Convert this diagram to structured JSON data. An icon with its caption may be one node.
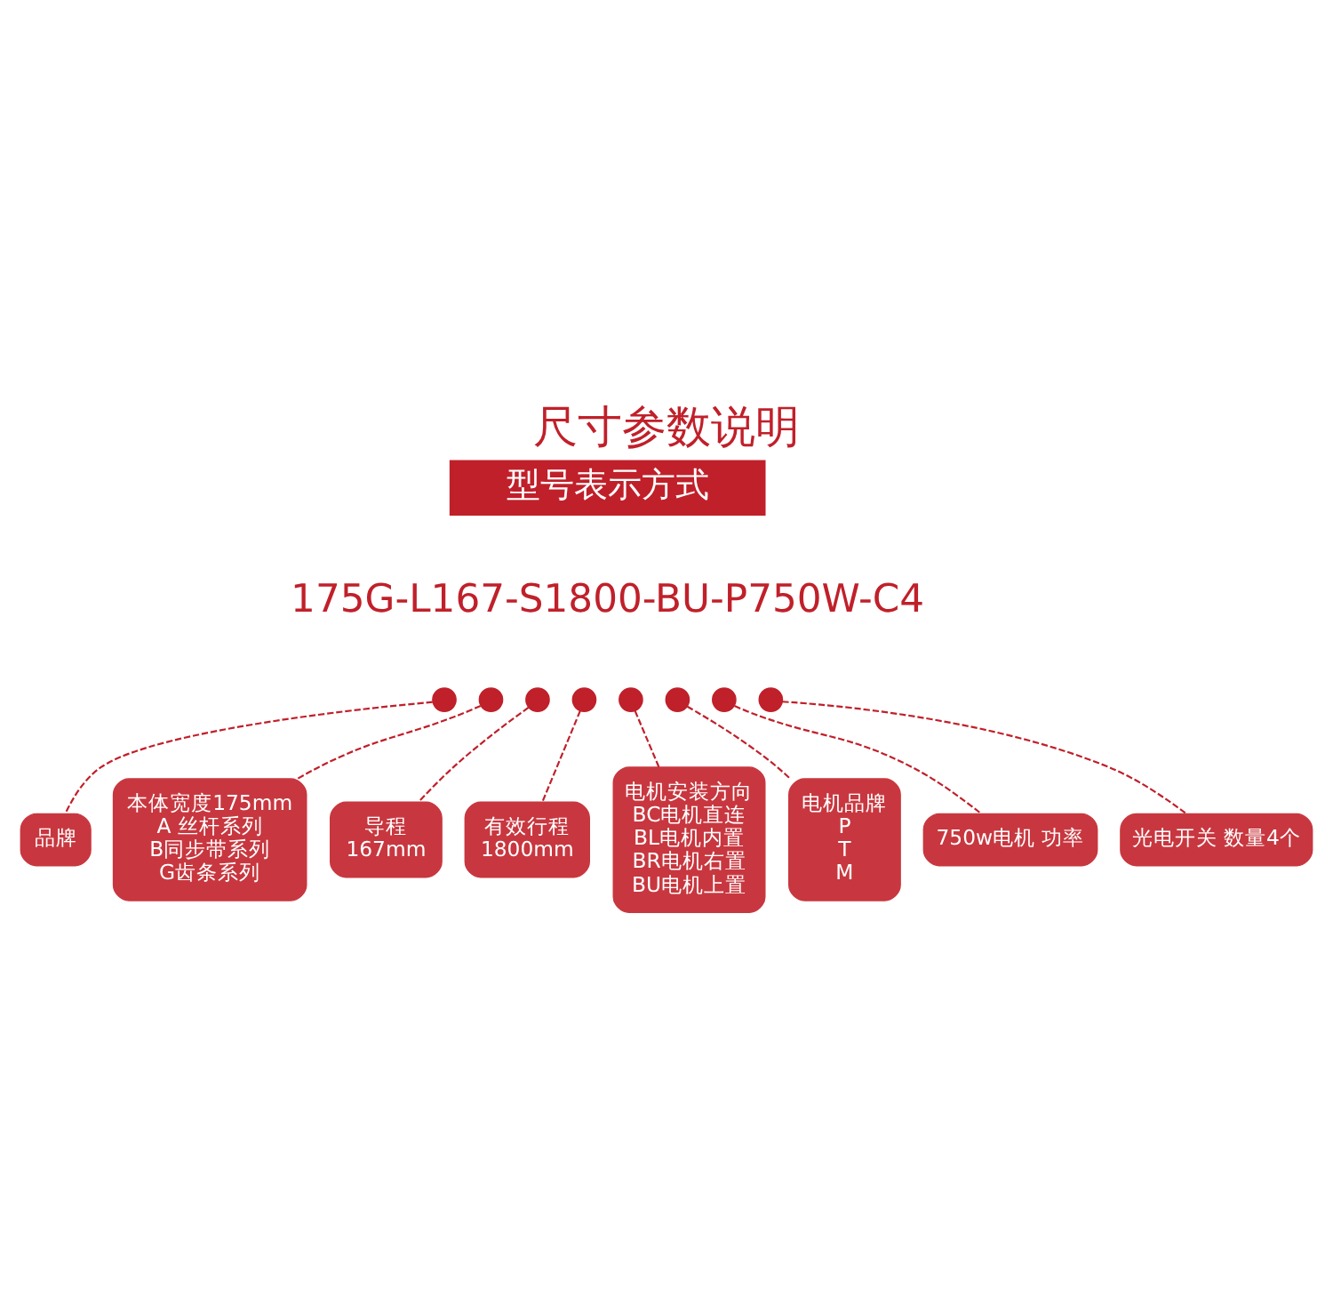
{
  "diagram": {
    "title": "尺寸参数说明",
    "nodes": [
      {
        "text": [],
        "shape": "circle"
      },
      {
        "text": [],
        "shape": "circle"
      },
      {
        "text": [],
        "shape": "circle"
      },
      {
        "text": [],
        "shape": "circle"
      },
      {
        "text": [],
        "shape": "circle"
      },
      {
        "text": [],
        "shape": "circle"
      },
      {
        "text": [],
        "shape": "circle"
      },
      {
        "text": [],
        "shape": "circle"
      },
      {
        "text": [
          "品牌"
        ]
      },
      {
        "text": [
          "本体宽度175mm",
          "A 丝杆系列",
          "B同步带系列",
          "G齿条系列"
        ]
      },
      {
        "text": [
          "导程",
          "167mm"
        ]
      },
      {
        "text": [
          "有效行程",
          "1800mm"
        ]
      },
      {
        "text": [
          "电机安装方向",
          "BC电机直连",
          "BL电机内置",
          "BR电机右置",
          "BU电机上置"
        ]
      },
      {
        "text": [
          "电机品牌",
          "P",
          "T",
          "M"
        ]
      },
      {
        "text": [
          "光电开关 数量4个"
        ]
      },
      {
        "text": [
          "750w电机 功率"
        ]
      }
    ],
    "edges": [
      {
        "from": 0,
        "to": 8,
        "arrow": "none",
        "style": "dashed"
      },
      {
        "from": 1,
        "to": 9,
        "arrow": "none",
        "style": "dashed"
      },
      {
        "from": 2,
        "to": 10,
        "arrow": "none",
        "style": "dashed"
      },
      {
        "from": 3,
        "to": 11,
        "arrow": "none",
        "style": "dashed"
      },
      {
        "from": 4,
        "to": 12,
        "arrow": "none",
        "style": "dashed"
      },
      {
        "from": 5,
        "to": 13,
        "arrow": "none",
        "style": "dashed"
      },
      {
        "from": 6,
        "to": 15,
        "arrow": "none",
        "style": "dashed"
      },
      {
        "from": 7,
        "to": 14,
        "arrow": "none",
        "style": "dashed"
      }
    ],
    "labels": [
      "型号表示方式",
      "175G-L167-S1800-BU-P750W-C4"
    ]
  }
}
